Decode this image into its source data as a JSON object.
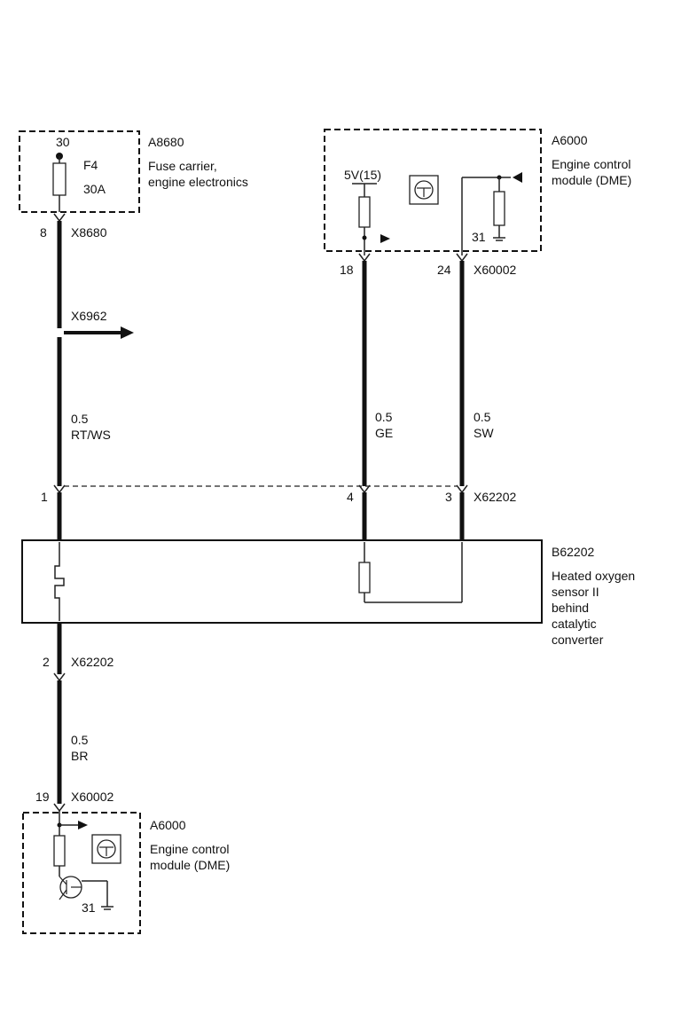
{
  "fuse_carrier": {
    "ref": "A8680",
    "desc_line1": "Fuse carrier,",
    "desc_line2": "engine electronics",
    "terminal": "30",
    "fuse_name": "F4",
    "fuse_rating": "30A",
    "pin": "8",
    "connector": "X8680"
  },
  "branch": {
    "connector": "X6962"
  },
  "wire_rtws": {
    "size": "0.5",
    "color": "RT/WS"
  },
  "wire_ge": {
    "size": "0.5",
    "color": "GE"
  },
  "wire_sw": {
    "size": "0.5",
    "color": "SW"
  },
  "wire_br": {
    "size": "0.5",
    "color": "BR"
  },
  "dme_top": {
    "ref": "A6000",
    "desc_line1": "Engine control",
    "desc_line2": "module (DME)",
    "supply": "5V(15)",
    "ground": "31",
    "pin_a": "18",
    "pin_b": "24",
    "connector": "X60002"
  },
  "sensor_connector": {
    "pin_1": "1",
    "pin_4": "4",
    "pin_3": "3",
    "name": "X62202"
  },
  "sensor": {
    "ref": "B62202",
    "desc_line1": "Heated oxygen",
    "desc_line2": "sensor II",
    "desc_line3": "behind",
    "desc_line4": "catalytic",
    "desc_line5": "converter"
  },
  "sensor_lower_connector": {
    "pin": "2",
    "name": "X62202"
  },
  "dme_bottom": {
    "ref": "A6000",
    "desc_line1": "Engine control",
    "desc_line2": "module  (DME)",
    "pin": "19",
    "connector": "X60002",
    "ground": "31"
  }
}
